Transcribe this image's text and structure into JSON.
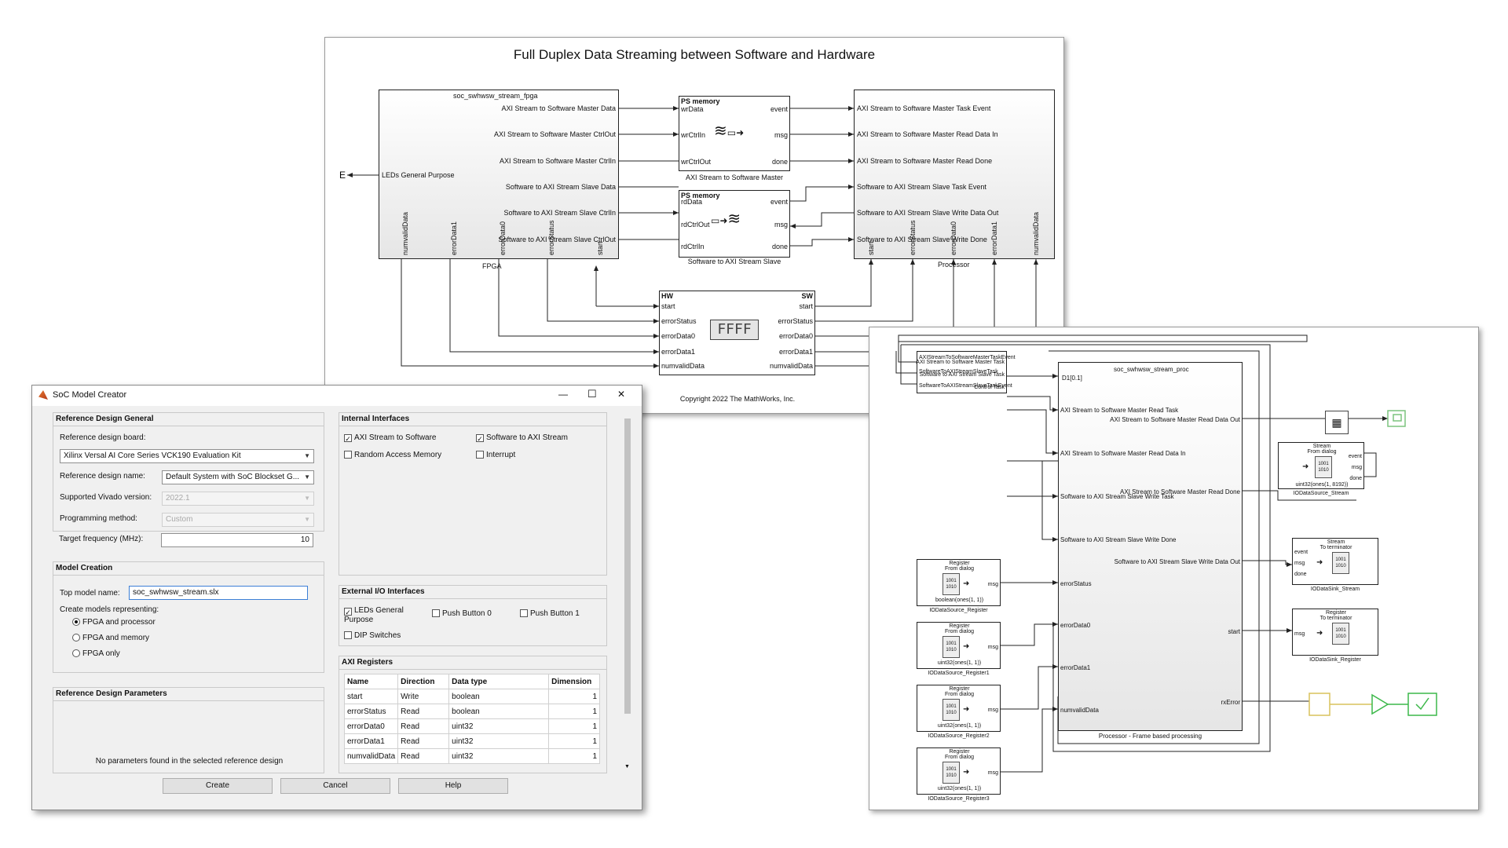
{
  "top_model": {
    "title": "Full Duplex Data Streaming between Software and Hardware",
    "fpga_block": {
      "name": "soc_swhwsw_stream_fpga",
      "caption": "FPGA",
      "left_port": "LEDs General Purpose",
      "right_ports": [
        "AXI Stream to Software Master Data",
        "AXI Stream to Software Master CtrlOut",
        "AXI Stream to Software Master CtrlIn",
        "Software to AXI Stream Slave Data",
        "Software to AXI Stream Slave CtrlIn",
        "Software to AXI Stream Slave CtrlOut"
      ],
      "bottom_ports": [
        "numvalidData",
        "errorData1",
        "errorData0",
        "errorStatus",
        "start"
      ]
    },
    "master_mem": {
      "title": "PS memory",
      "caption": "AXI Stream to Software Master",
      "in_ports": [
        "wrData",
        "wrCtrlIn",
        "wrCtrlOut"
      ],
      "out_ports": [
        "event",
        "msg",
        "done"
      ]
    },
    "slave_mem": {
      "title": "PS memory",
      "caption": "Software to AXI Stream Slave",
      "in_ports": [
        "rdData",
        "rdCtrlOut",
        "rdCtrlIn"
      ],
      "out_ports": [
        "event",
        "msg",
        "done"
      ]
    },
    "processor_block": {
      "caption": "Processor",
      "left_ports": [
        "AXI Stream to Software Master Task Event",
        "AXI Stream to Software Master Read Data In",
        "AXI Stream to Software Master Read Done",
        "Software to AXI Stream Slave Task Event",
        "Software to AXI Stream Slave Write Data Out",
        "Software to AXI Stream Slave Write Done"
      ],
      "bottom_ports": [
        "start",
        "errorStatus",
        "errorData0",
        "errorData1",
        "numvalidData"
      ]
    },
    "register_block": {
      "hw_label": "HW",
      "sw_label": "SW",
      "display": "FFFF",
      "hw_ports": [
        "start",
        "errorStatus",
        "errorData0",
        "errorData1",
        "numvalidData"
      ],
      "sw_ports": [
        "start",
        "errorStatus",
        "errorData0",
        "errorData1",
        "numvalidData"
      ]
    },
    "copyright": "Copyright 2022 The MathWorks, Inc."
  },
  "proc_model": {
    "subsystem_name": "soc_swhwsw_stream_proc",
    "subsystem_caption": "Processor - Frame based processing",
    "delay_label": "D1[0.1]",
    "task_mgr_ports": [
      "AXIStreamToSoftwareMasterTaskEvent",
      "SoftwareToAXIStreamSlaveTask",
      "SoftwareToAXIStreamSlaveTaskEvent"
    ],
    "task_mgr_out": [
      "AXI Stream to Software Master Task",
      "Software to AXI Stream Slave Task",
      "Control Task"
    ],
    "left_ports": [
      "AXI Stream to Software Master Read Task",
      "AXI Stream to Software Master Read Data In",
      "Software to AXI Stream Slave Write Task",
      "Software to AXI Stream Slave Write Done",
      "errorStatus",
      "errorData0",
      "errorData1",
      "numvalidData"
    ],
    "right_ports": [
      "AXI Stream to Software Master Read Data Out",
      "AXI Stream to Software Master Read Done",
      "Software to AXI Stream Slave Write Data Out",
      "start",
      "rxError"
    ],
    "sources": [
      {
        "title": "Register",
        "sub": "From dialog",
        "port": "msg",
        "value": "boolean(ones(1, 1))",
        "caption": "IODataSource_Register"
      },
      {
        "title": "Register",
        "sub": "From dialog",
        "port": "msg",
        "value": "uint32(ones(1, 1))",
        "caption": "IODataSource_Register1"
      },
      {
        "title": "Register",
        "sub": "From dialog",
        "port": "msg",
        "value": "uint32(ones(1, 1))",
        "caption": "IODataSource_Register2"
      },
      {
        "title": "Register",
        "sub": "From dialog",
        "port": "msg",
        "value": "uint32(ones(1, 1))",
        "caption": "IODataSource_Register3"
      }
    ],
    "stream_source": {
      "title": "Stream",
      "sub": "From dialog",
      "ports": [
        "event",
        "msg",
        "done"
      ],
      "value": "uint32(ones(1, 8192))",
      "caption": "IODataSource_Stream"
    },
    "stream_sink": {
      "title": "Stream",
      "sub": "To terminator",
      "ports": [
        "event",
        "msg",
        "done"
      ],
      "caption": "IODataSink_Stream"
    },
    "register_sink": {
      "title": "Register",
      "sub": "To terminator",
      "ports": [
        "msg"
      ],
      "caption": "IODataSink_Register"
    },
    "binary_icon": [
      "1001",
      "1010"
    ]
  },
  "dialog": {
    "title": "SoC Model Creator",
    "reference_design_general": {
      "header": "Reference Design General",
      "board_label": "Reference design board:",
      "board_value": "Xilinx Versal AI Core Series VCK190 Evaluation Kit",
      "design_label": "Reference design name:",
      "design_value": "Default System with SoC Blockset G...",
      "vivado_label": "Supported Vivado version:",
      "vivado_value": "2022.1",
      "prog_label": "Programming method:",
      "prog_value": "Custom",
      "freq_label": "Target frequency (MHz):",
      "freq_value": "10"
    },
    "model_creation": {
      "header": "Model Creation",
      "top_label": "Top model name:",
      "top_value": "soc_swhwsw_stream.slx",
      "create_label": "Create models representing:",
      "options": [
        "FPGA and processor",
        "FPGA and memory",
        "FPGA only"
      ],
      "selected": "FPGA and processor"
    },
    "ref_params": {
      "header": "Reference Design Parameters",
      "empty_msg": "No parameters found in the selected reference design"
    },
    "internal_interfaces": {
      "header": "Internal Interfaces",
      "items": [
        {
          "label": "AXI Stream to Software",
          "checked": true
        },
        {
          "label": "Software to AXI Stream",
          "checked": true
        },
        {
          "label": "Random Access Memory",
          "checked": false
        },
        {
          "label": "Interrupt",
          "checked": false
        }
      ]
    },
    "external_io": {
      "header": "External I/O Interfaces",
      "items": [
        {
          "label": "LEDs General Purpose",
          "checked": true
        },
        {
          "label": "Push Button 0",
          "checked": false
        },
        {
          "label": "Push Button 1",
          "checked": false
        },
        {
          "label": "DIP Switches",
          "checked": false
        }
      ]
    },
    "axi_registers": {
      "header": "AXI Registers",
      "columns": [
        "Name",
        "Direction",
        "Data type",
        "Dimension"
      ],
      "rows": [
        [
          "start",
          "Write",
          "boolean",
          "1"
        ],
        [
          "errorStatus",
          "Read",
          "boolean",
          "1"
        ],
        [
          "errorData0",
          "Read",
          "uint32",
          "1"
        ],
        [
          "errorData1",
          "Read",
          "uint32",
          "1"
        ],
        [
          "numvalidData",
          "Read",
          "uint32",
          "1"
        ]
      ]
    },
    "buttons": {
      "create": "Create",
      "cancel": "Cancel",
      "help": "Help"
    },
    "window_controls": {
      "minimize": "—",
      "maximize": "☐",
      "close": "✕"
    }
  },
  "colors": {
    "scope_green": "#3cb84a",
    "accent_yellow": "#e8d88a",
    "line": "#222222"
  }
}
